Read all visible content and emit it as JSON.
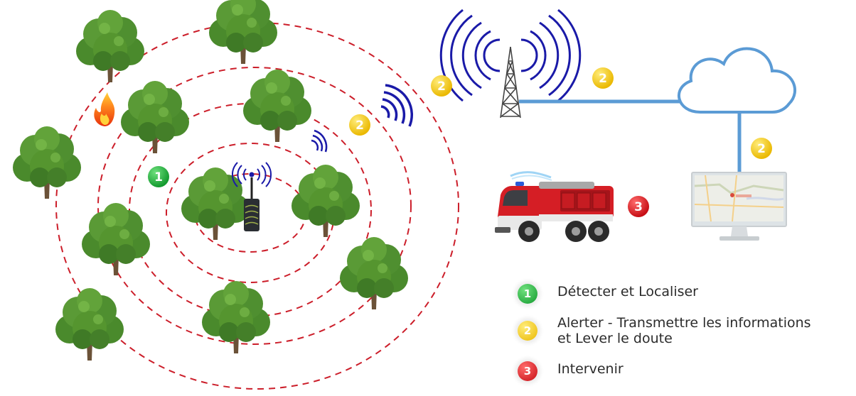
{
  "badges": {
    "detect": "1",
    "alert": "2",
    "intervene": "3"
  },
  "colors": {
    "detect": "#1faa3c",
    "alert": "#f2c200",
    "intervene": "#d7141a",
    "rings": "#cc1e2a",
    "waves": "#1a1aa8",
    "link": "#5b9bd5",
    "tree_leaf": "#4f8a2f",
    "tree_trunk": "#6b5238"
  },
  "icons": {
    "fire": "fire-icon",
    "sensor": "sensor-device-icon",
    "antenna": "antenna-tower-icon",
    "cloud": "cloud-icon",
    "monitor": "monitor-map-icon",
    "truck": "fire-truck-icon",
    "tree": "tree-icon"
  },
  "legend": {
    "items": [
      {
        "number": "1",
        "line1": "Détecter et Localiser",
        "line2": ""
      },
      {
        "number": "2",
        "line1": "Alerter - Transmettre les informations",
        "line2": "et Lever le doute"
      },
      {
        "number": "3",
        "line1": "Intervenir",
        "line2": ""
      }
    ]
  }
}
